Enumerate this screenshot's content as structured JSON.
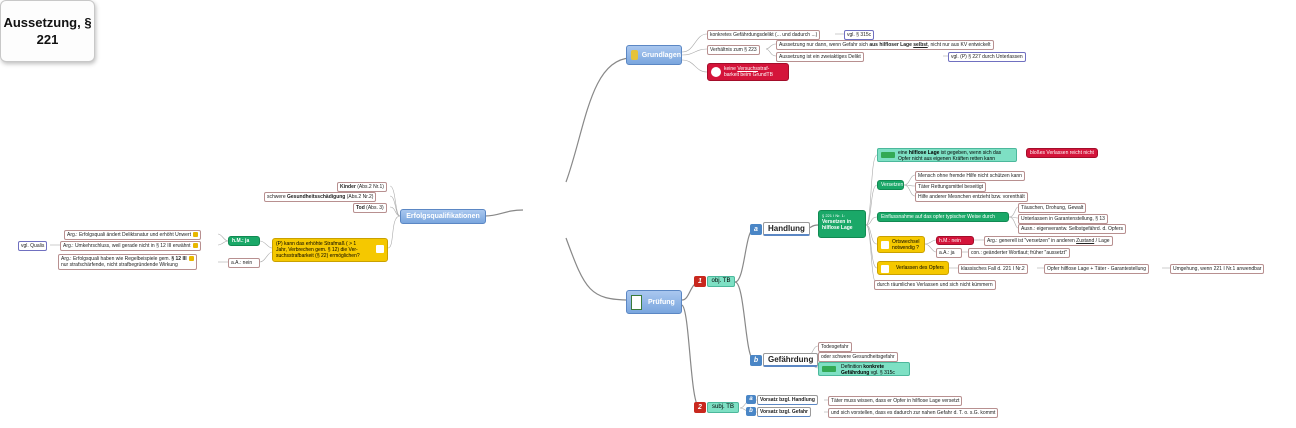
{
  "center": {
    "title": "Aussetzung, § 221"
  },
  "grundlagen": {
    "label": "Grundlagen",
    "n1": "konkretes Gefährdungsdelikt (... und dadurch ...)",
    "n1_ref": "vgl. § 315c",
    "n2": "Verhältnis zum § 223",
    "n2a_pre": "Aussetzung nur dann, wenn Gefahr sich ",
    "n2a_bold": "aus hilfloser Lage",
    "n2a_und": "selbst",
    "n2a_post": ", nicht nur aus KV entwickelt",
    "n2b": "Aussetzung ist ein zweiaktiges Delikt",
    "n2b_ref": "vgl. (P) § 227 durch Unterlassen",
    "red_pre": "keine ",
    "red_und": "Versuchs",
    "red_post": "straf-",
    "red_l2": "barkeit beim GrundTB"
  },
  "pruefung": {
    "label": "Prüfung",
    "obj_num": "1",
    "obj_label": "obj. TB",
    "handlung_letter": "a",
    "handlung_label": "Handlung",
    "versetzen_small": "§ 221 I Nr. 1:",
    "versetzen_l1": "Versetzen in",
    "versetzen_l2": "hilflose Lage",
    "hl_pre": "eine ",
    "hl_bold": "hilflose Lage",
    "hl_post": " ist gegeben, wenn sich das",
    "hl_l2": "Opfer nicht aus eigenen Kräften retten kann",
    "hl_red": "bloßes Verlassen reicht nicht",
    "vers_label": "Versetzen",
    "vers_1": "Mensch ohne fremde Hilfe nicht schützen kann",
    "vers_2": "Täter Rettungsmittel beseitigt",
    "vers_3": "Hilfe anderer Mesnchen entzieht bzw. vorenthält",
    "einfl_label": "Einflussnahme auf das opfer typischer Weise durch",
    "einfl_1": "Täuschen, Drohung, Gewalt",
    "einfl_2": "Unterlassen in Garantenstellung, § 13",
    "einfl_3": "Ausn.: eigenverantw. Selbstgefährd. d. Opfers",
    "ort_l1": "Ortswechsel",
    "ort_l2": "notwendig ?",
    "hm_label": "h.M.: nein",
    "aa_label": "a.A.: ja",
    "arg_pre": "Arg.: generell ist \"versetzen\" in anderen ",
    "arg_und": "Zustand",
    "arg_post": " / Lage",
    "con_text": "con.: geänderter Wortlaut; früher \"aussetzt\"",
    "verl_label": "Verlassen des Opfers",
    "verl_1": "klassisches Fall d. 221 I Nr.2",
    "verl_2": "Opfer hilflose Lage + Täter - Garantestellung",
    "verl_3": "Umgehung, wenn 221 I Nr.1 anwendbar",
    "raeuml": "durch räumliches Verlassen und sich nicht kümmern",
    "gef_letter": "b",
    "gef_label": "Gefährdung",
    "gef_1": "Todesgefahr",
    "gef_2": "oder schwere Gesundheitsgefahr",
    "def_pre": "Definition ",
    "def_bold1": "konkrete",
    "def_bold2": "Gefährdung",
    "def_post": " vgl. § 315c",
    "subj_num": "2",
    "subj_label": "subj. TB",
    "s_a_letter": "a",
    "s_a_label": "Vorsatz bzgl. Handlung",
    "s_a_text": "Täter muss wissen, dass er Opfer in hilflose Lage versetzt",
    "s_b_letter": "b",
    "s_b_label": "Vorsatz bzgl. Gefahr",
    "s_b_text": "und sich vorstellen, dass es dadurch zur nahen Gefahr d. T. o. s.G. kommt"
  },
  "erfolg": {
    "label": "Erfolgsqualifikationen",
    "e1_bold": "Kinder",
    "e1_post": " (Abs.2 Nr.1)",
    "e2_pre": "schwere ",
    "e2_bold": "Gesundheitsschädigung",
    "e2_post": " (Abs.2 Nr.2)",
    "e3_bold": "Tod",
    "e3_post": " (Abs. 3)",
    "p_l1": "(P) kann das erhöhte Strafmaß ( > 1",
    "p_l2": "Jahr, Verbrechen gem. § 12) die Ver-",
    "p_l3": "suchsstrafbarkeit (§ 22) ermöglichen?",
    "hm_ja": "h.M.: ja",
    "aa_nein": "a.A.: nein",
    "arg1": "Arg.: Erfolgsquali ändert Deliktsnatur und erhöht Unwert",
    "arg2": "Arg.: Umkehrschluss, weil gerade nicht in § 12 III erwähnt",
    "arg3_pre": "Arg.: Erfolgsquali haben wie Regelbeispiele gem. ",
    "arg3_bold": "§ 12 III",
    "arg3_l2": "nur strafschärfende, nicht strafbegründende Wirkung",
    "qualis": "vgl. Qualis"
  }
}
